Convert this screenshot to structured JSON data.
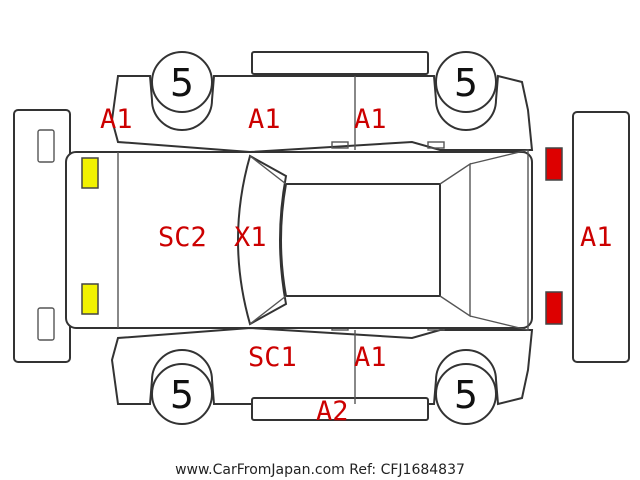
{
  "colors": {
    "outline": "#333333",
    "damage_text": "#cc0000",
    "front_lamp": "#f2f200",
    "rear_lamp": "#dd0000"
  },
  "tires": {
    "front_left": "5",
    "rear_left": "5",
    "front_right": "5",
    "rear_right": "5"
  },
  "damage": {
    "front_left_fender": "A1",
    "front_door_upper": "A1",
    "rear_door_upper": "A1",
    "hood": "SC2",
    "windshield": "X1",
    "rear_bumper": "A1",
    "front_door_lower": "SC1",
    "rear_door_lower": "A1",
    "rocker_lower": "A2"
  },
  "footer": "www.CarFromJapan.com Ref: CFJ1684837"
}
